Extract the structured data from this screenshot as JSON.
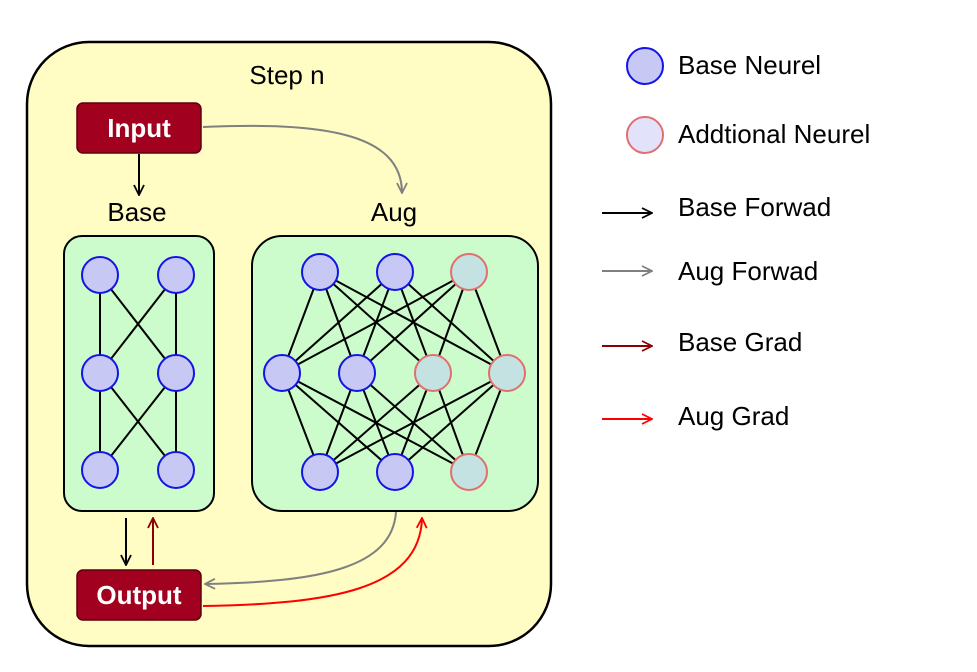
{
  "diagram": {
    "step_label": "Step n",
    "input_label": "Input",
    "output_label": "Output",
    "base_label": "Base",
    "aug_label": "Aug"
  },
  "legend": {
    "base_neuron": "Base Neurel",
    "additional_neuron": "Addtional Neurel",
    "base_forward": "Base Forwad",
    "aug_forward": "Aug Forwad",
    "base_grad": "Base Grad",
    "aug_grad": "Aug Grad"
  },
  "colors": {
    "outer_fill": "#fffcc4",
    "panel_fill": "#ccfccc",
    "box_fill": "#a1001e",
    "base_neuron_fill": "#c8c8f4",
    "base_neuron_stroke": "#1414e6",
    "additional_neuron_fill": "#c4e2e2",
    "additional_neuron_stroke": "#e07070",
    "legend_additional_fill": "#e2e2fa",
    "base_forward": "#000000",
    "aug_forward": "#808080",
    "base_grad": "#8b0000",
    "aug_grad": "#ff0000"
  }
}
